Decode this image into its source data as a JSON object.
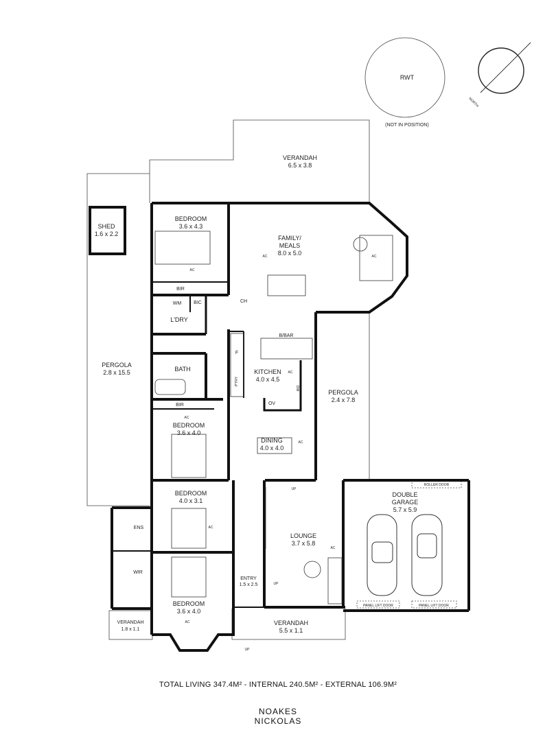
{
  "rooms": {
    "rwt": {
      "name": "RWT",
      "note": "(NOT IN POSITION)"
    },
    "north": "NORTH",
    "verandah_rear": {
      "name": "VERANDAH",
      "size": "6.5 x 3.8"
    },
    "shed": {
      "name": "SHED",
      "size": "1.6 x 2.2"
    },
    "bedroom_1": {
      "name": "BEDROOM",
      "size": "3.6 x 4.3"
    },
    "family": {
      "name": "FAMILY/",
      "name2": "MEALS",
      "size": "8.0 x 5.0"
    },
    "bir_1": "BIR",
    "wm": "WM",
    "bic": "BIC",
    "ldry": "L'DRY",
    "ch": "CH",
    "bbar": "B/BAR",
    "pergola_left": {
      "name": "PERGOLA",
      "size": "2.8 x 15.5"
    },
    "bath": "BATH",
    "fridge": "F",
    "ptry": "P'TRY",
    "kitchen": {
      "name": "KITCHEN",
      "size": "4.0 x 4.5"
    },
    "dw": "DW",
    "ov": "OV",
    "pergola_right": {
      "name": "PERGOLA",
      "size": "2.4 x 7.8"
    },
    "bir_2": "BIR",
    "bedroom_2": {
      "name": "BEDROOM",
      "size": "3.6 x 4.0"
    },
    "dining": {
      "name": "DINING",
      "size": "4.0 x 4.0"
    },
    "up": "UP",
    "roller_door": "ROLLER DOOR",
    "garage": {
      "name": "DOUBLE",
      "name2": "GARAGE",
      "size": "5.7 x 5.9"
    },
    "bedroom_3": {
      "name": "BEDROOM",
      "size": "4.0 x 3.1"
    },
    "ens": "ENS",
    "lounge": {
      "name": "LOUNGE",
      "size": "3.7 x 5.8"
    },
    "wir": "WIR",
    "entry": {
      "name": "ENTRY",
      "size": "1.5 x 2.5"
    },
    "bedroom_4": {
      "name": "BEDROOM",
      "size": "3.6 x 4.0"
    },
    "panel_lift_door": "PANEL LIFT DOOR",
    "verandah_side": {
      "name": "VERANDAH",
      "size": "1.8 x 1.1"
    },
    "verandah_front": {
      "name": "VERANDAH",
      "size": "5.5 x 1.1"
    },
    "ac": "AC"
  },
  "footer": {
    "total": "TOTAL LIVING 347.4M² - INTERNAL 240.5M² - EXTERNAL 106.9M²",
    "agency_line1": "NOAKES",
    "agency_line2": "NICKOLAS"
  }
}
